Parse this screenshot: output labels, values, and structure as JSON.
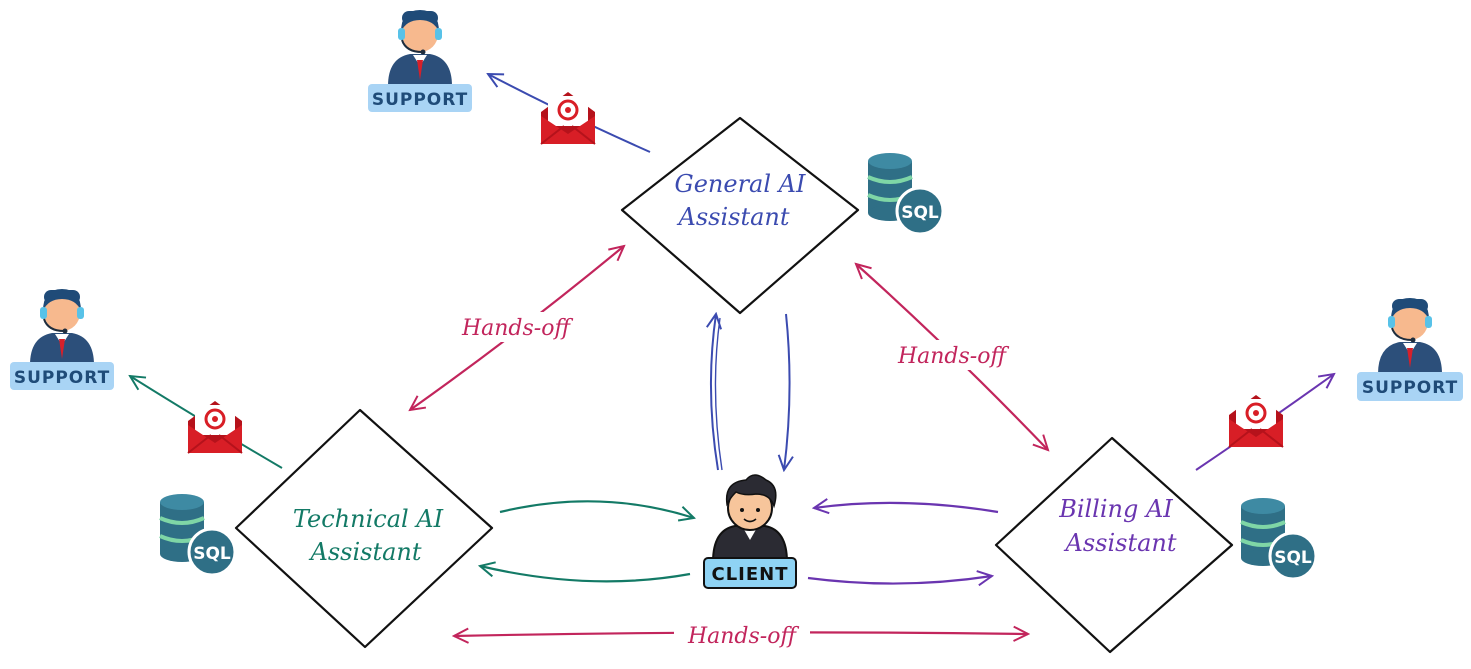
{
  "nodes": {
    "general": {
      "line1": "General AI",
      "line2": "Assistant",
      "color": "#3b4bb0"
    },
    "technical": {
      "line1": "Technical AI",
      "line2": "Assistant",
      "color": "#137a66"
    },
    "billing": {
      "line1": "Billing AI",
      "line2": "Assistant",
      "color": "#6a35b0"
    }
  },
  "client": {
    "label": "CLIENT"
  },
  "support": {
    "label": "SUPPORT"
  },
  "database": {
    "label": "SQL"
  },
  "handoff": {
    "left": "Hands-off",
    "right": "Hands-off",
    "bottom": "Hands-off",
    "color": "#c2255c"
  },
  "colors": {
    "support_badge": "#a9d4f5",
    "support_text": "#1f4b78",
    "client_badge": "#8fd3f4",
    "mail_red": "#d81e26",
    "db_teal": "#2f6f86",
    "db_green": "#7fd6a6"
  }
}
